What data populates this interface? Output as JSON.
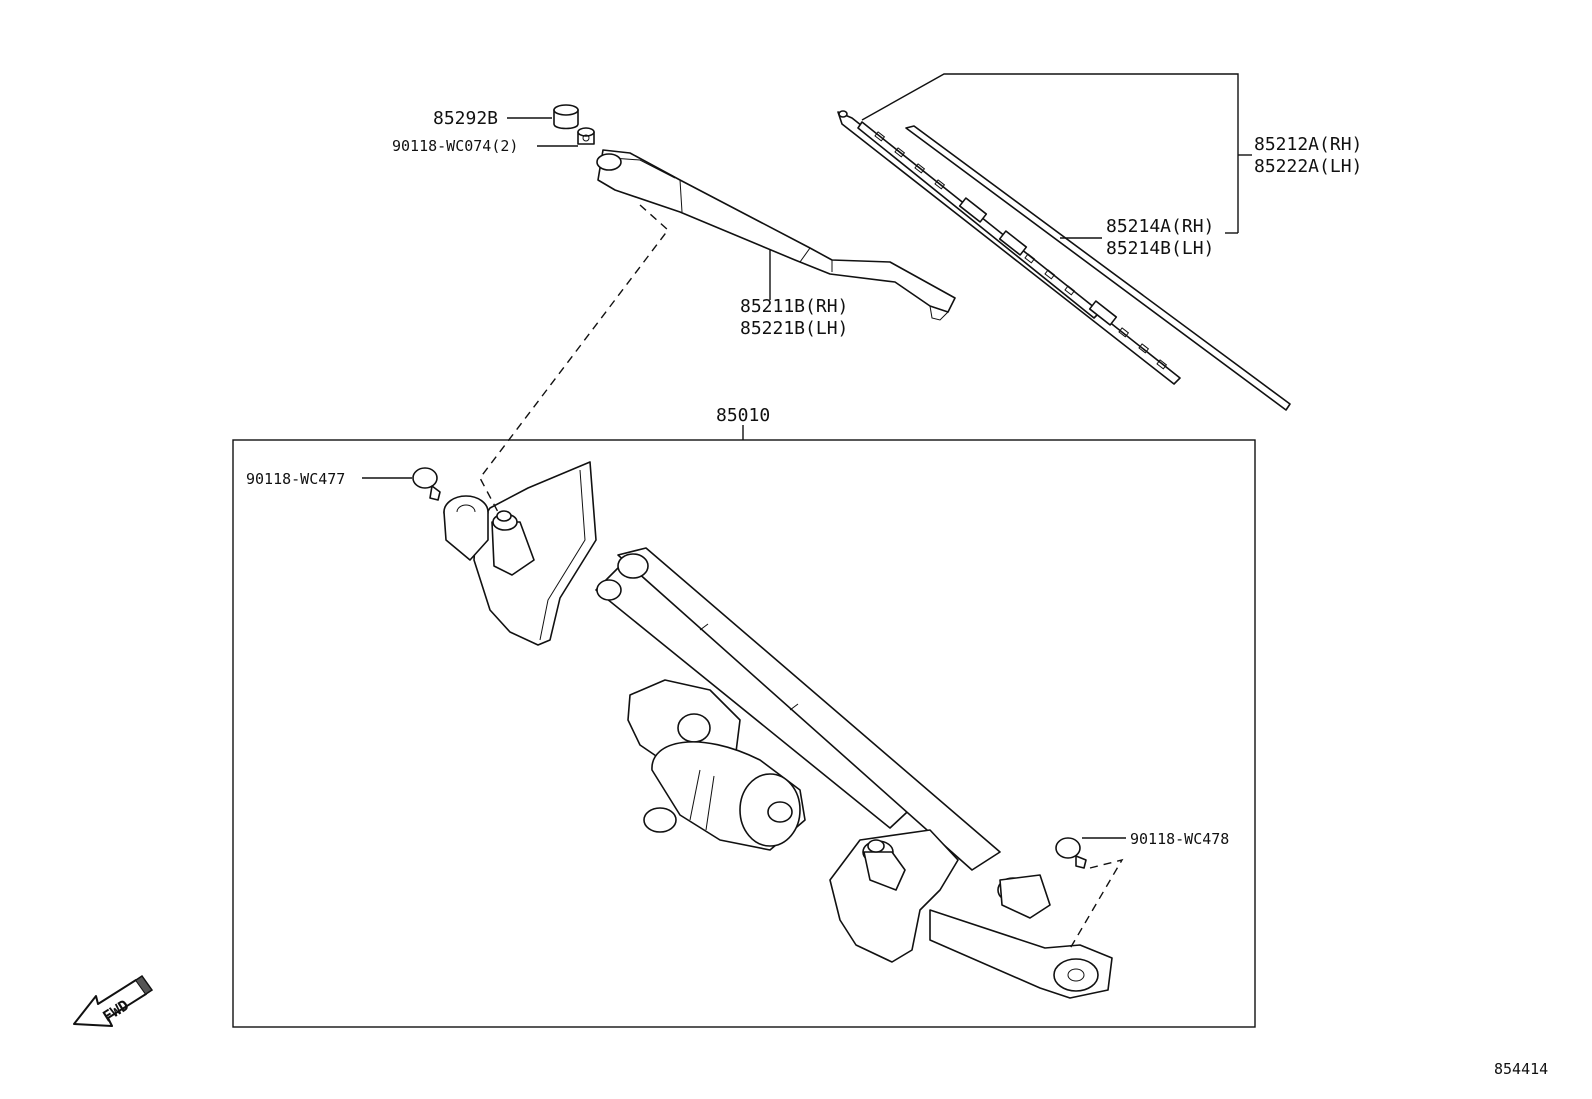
{
  "labels": {
    "cap": "85292B",
    "arm_nut": "90118-WC074(2)",
    "arm_rh": "85211B(RH)",
    "arm_lh": "85221B(LH)",
    "blade_rh": "85212A(RH)",
    "blade_lh": "85222A(LH)",
    "insert_rh": "85214A(RH)",
    "insert_lh": "85214B(LH)",
    "linkage_assy": "85010",
    "bolt_left": "90118-WC477",
    "bolt_right": "90118-WC478",
    "fwd": "FWD",
    "figure_no": "854414"
  }
}
